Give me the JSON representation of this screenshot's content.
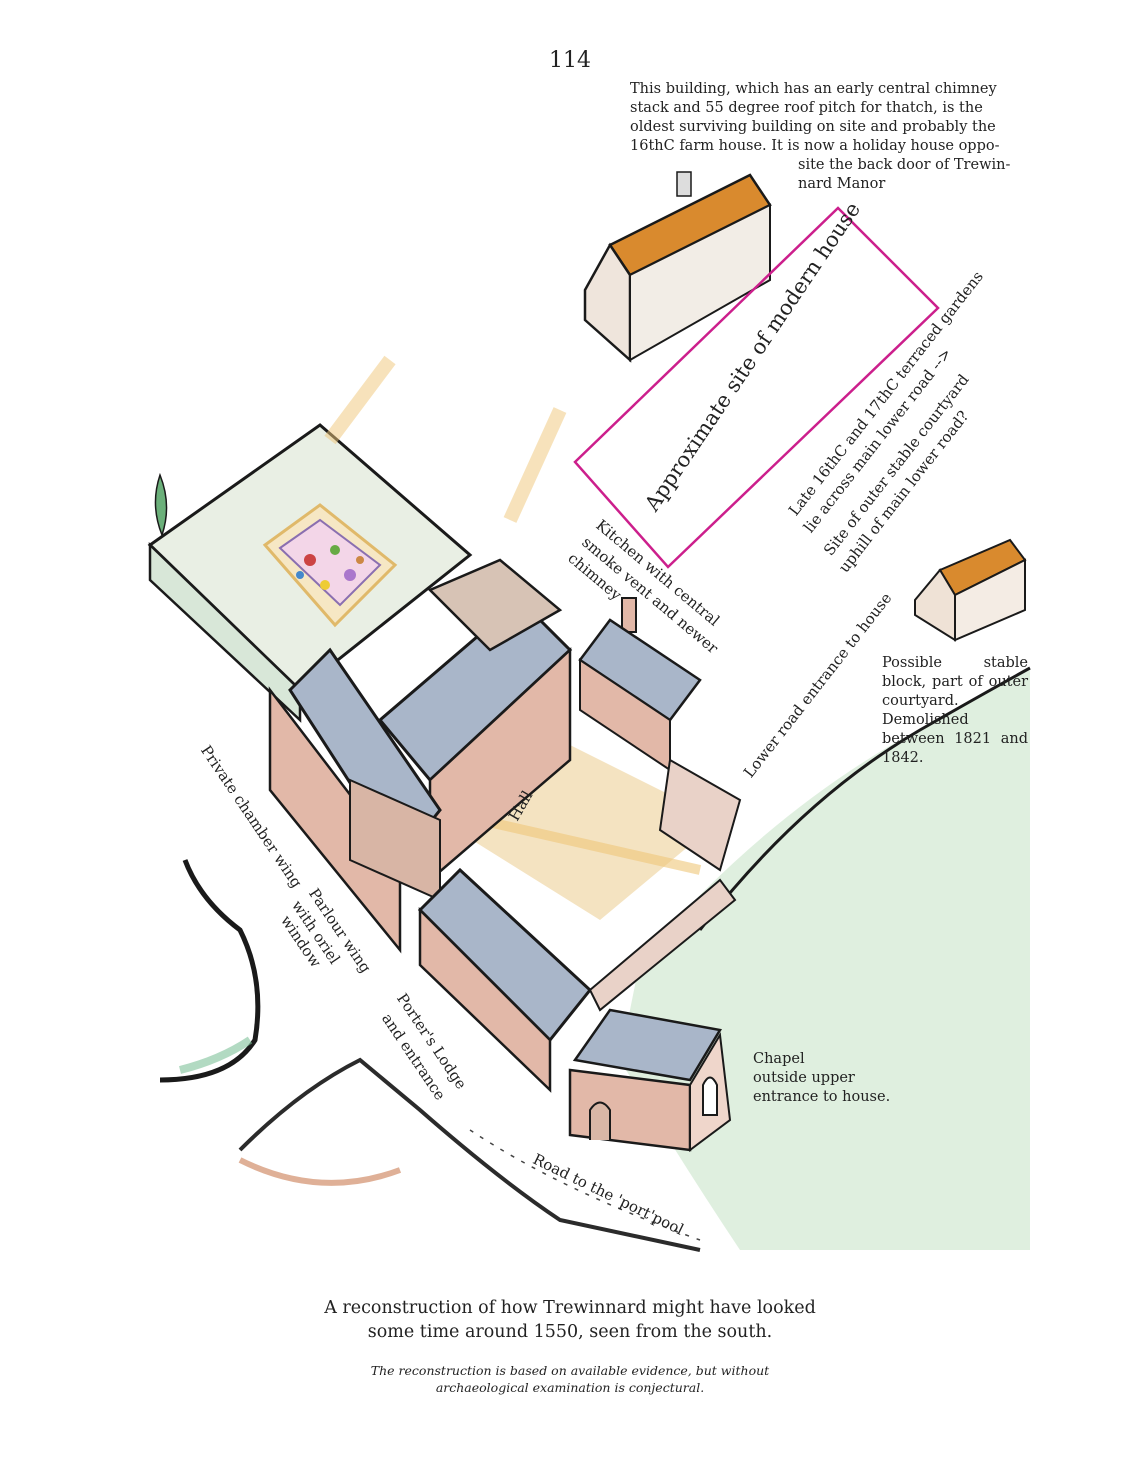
{
  "page_number": "114",
  "notes": {
    "farmhouse_lines": [
      "This building, which has an early central chimney",
      "stack and 55 degree roof pitch for thatch, is the",
      "oldest surviving building on site and probably the",
      "16thC farm house. It is now a holiday house oppo-",
      "site the back door of Trewin-",
      "nard Manor"
    ],
    "stable_block": "Possible stable block, part of outer courtyard. Demolished between 1821 and 1842.",
    "chapel_lines": [
      "Chapel",
      "outside upper",
      "entrance to house."
    ]
  },
  "labels": {
    "modern_house": "Approximate site of modern house",
    "terraced_gardens_1": "Late 16thC and 17thC terraced gardens",
    "terraced_gardens_2": "lie across main lower road  -->",
    "outer_stable_1": "Site of outer stable courtyard",
    "outer_stable_2": "uphill of main lower road?",
    "kitchen_1": "Kitchen  with  central",
    "kitchen_2": "smoke vent and newer",
    "kitchen_3": "chimney",
    "lower_road": "Lower road entrance to house",
    "hall": "Hall",
    "private_chamber": "Private chamber wing",
    "parlour_1": "Parlour wing",
    "parlour_2": "with oriel",
    "parlour_3": "window",
    "porters_1": "Porter's Lodge",
    "porters_2": "and entrance",
    "road": "Road to the 'port'pool"
  },
  "caption_lines": [
    "A reconstruction of how Trewinnard might have looked",
    "some time around 1550, seen from the south."
  ],
  "disclaimer_lines": [
    "The reconstruction is based on available evidence, but without",
    "archaeological examination is conjectural."
  ],
  "colors": {
    "site_outline": "#cc1f8c",
    "roof_slate": "#a9b6c9",
    "wall_stone": "#e2b8a8",
    "grass": "#bfe0c8",
    "courtyard": "#f1d9a2",
    "thatch": "#d98a2e",
    "ink": "#1a1a1a"
  }
}
